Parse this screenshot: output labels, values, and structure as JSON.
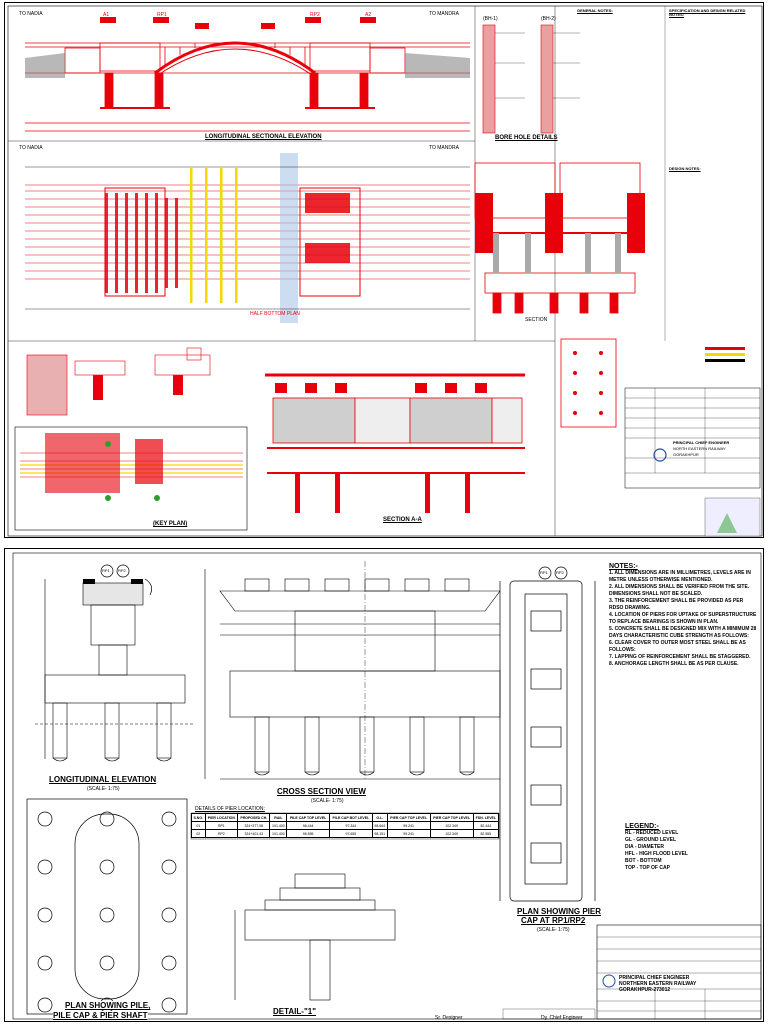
{
  "sheet1": {
    "chainage_left": "TO NADIA",
    "chainage_right": "TO MANDRA",
    "bh1": "(BH-1)",
    "bh2": "(BH-2)",
    "long_section_title": "LONGITUDINAL SECTIONAL ELEVATION",
    "bore_hole_title": "BORE HOLE DETAILS",
    "half_bottom_plan": "HALF BOTTOM PLAN",
    "section_title": "SECTION",
    "key_plan": "(KEY PLAN)",
    "section_aa": "SECTION A-A",
    "piers_top": [
      "A1",
      "RP1",
      "RP2",
      "A2"
    ],
    "notes_heading_1": "GENERAL NOTES:",
    "notes_heading_2": "SPECIFICATION AND DESIGN RELATED NOTES:",
    "notes_heading_3": "DESIGN NOTES:",
    "title_block": {
      "dept": "PRINCIPAL CHIEF ENGINEER",
      "railway": "NORTH EASTERN RAILWAY",
      "place": "GORAKHPUR"
    }
  },
  "sheet2": {
    "long_elev_title": "LONGITUDINAL ELEVATION",
    "long_elev_scale": "(SCALE- 1:75)",
    "cross_section_title": "CROSS SECTION VIEW",
    "cross_section_scale": "(SCALE- 1:75)",
    "plan_pile_title": "PLAN SHOWING PILE,",
    "plan_pile_title2": "PILE CAP & PIER SHAFT",
    "detail_title": "DETAIL-\"1\"",
    "plan_pier_cap_title": "PLAN SHOWING PIER",
    "plan_pier_cap_title2": "CAP AT RP1/RP2",
    "plan_pier_cap_scale": "(SCALE- 1:75)",
    "rp1": "RP1",
    "rp2": "RP2",
    "rp_marker": "RP1/RP2",
    "pier_table_title": "DETAILS OF PIER LOCATION:",
    "pier_table_headers": [
      "S.NO.",
      "PIER LOCATION",
      "PROPOSED CH.",
      "RAIL",
      "PILE CAP TOP LEVEL",
      "PILE CAP BOT LEVEL",
      "G.L.",
      "PIER CAP TOP LEVEL",
      "PIER CAP TOP LEVEL",
      "FDN. LEVEL"
    ],
    "pier_table_rows": [
      [
        "01",
        "RP1",
        "324+377.98",
        "101.400",
        "96.444",
        "97.344",
        "98.644",
        "99.241",
        "102.349",
        "82.444"
      ],
      [
        "02",
        "RP2",
        "324+401.43",
        "101.400",
        "96.555",
        "97.655",
        "98.151",
        "99.241",
        "102.349",
        "82.555"
      ]
    ],
    "notes_title": "NOTES:-",
    "notes": [
      "ALL DIMENSIONS ARE IN MILLIMETRES, LEVELS ARE IN METRE UNLESS OTHERWISE MENTIONED.",
      "ALL DIMENSIONS SHALL BE VERIFIED FROM THE SITE. DIMENSIONS SHALL NOT BE SCALED.",
      "THE REINFORCEMENT SHALL BE PROVIDED AS PER RDSO DRAWING.",
      "LOCATION OF PIERS FOR UPTAKE OF SUPERSTRUCTURE TO REPLACE BEARINGS IS SHOWN IN PLAN.",
      "CONCRETE SHALL BE DESIGNED MIX WITH A MINIMUM 28 DAYS CHARACTERISTIC CUBE STRENGTH AS FOLLOWS:",
      "CLEAR COVER TO OUTER MOST STEEL SHALL BE AS FOLLOWS:",
      "LAPPING OF REINFORCEMENT SHALL BE STAGGERED.",
      "ANCHORAGE LENGTH SHALL BE AS PER CLAUSE."
    ],
    "legend_title": "LEGEND:-",
    "legend": [
      "RL - REDUCED LEVEL",
      "GL - GROUND LEVEL",
      "DIA - DIAMETER",
      "HFL - HIGH FLOOD LEVEL",
      "BOT - BOTTOM",
      "TOP - TOP OF CAP"
    ],
    "title_block": {
      "dept": "PRINCIPAL CHIEF ENGINEER",
      "railway": "NORTHERN EASTERN RAILWAY",
      "place": "GORAKHPUR-273012",
      "designer": "Sr. Designer",
      "checker": "Dy. Chief Engineer"
    }
  },
  "colors": {
    "drawing_red": "#e8000a",
    "drawing_yellow": "#f2d900",
    "drawing_blue": "#5b86c8",
    "drawing_green": "#2aa02a"
  }
}
